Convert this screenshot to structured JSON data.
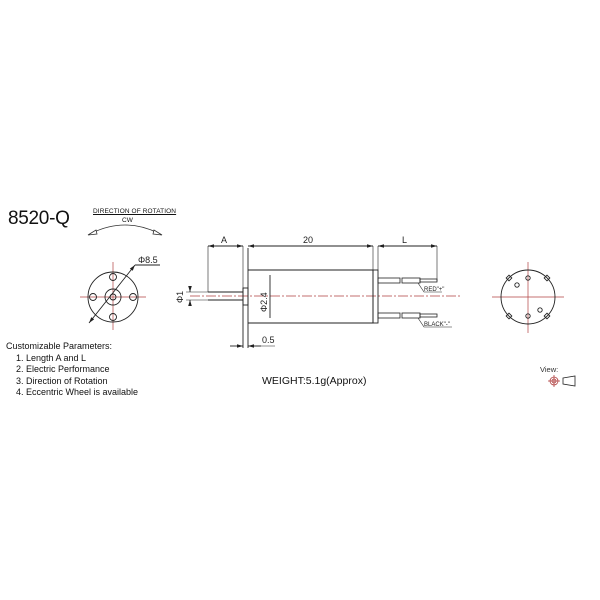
{
  "drawing": {
    "model": "8520-Q",
    "rotation": {
      "title": "DIRECTION OF ROTATION",
      "direction": "CW"
    },
    "front_view": {
      "diameter_label": "Φ8.5"
    },
    "side_view": {
      "shaft_diameter_label": "Φ1",
      "boss_diameter_label": "Φ2.4",
      "dim_A_label": "A",
      "body_length_label": "20",
      "dim_L_label": "L",
      "flange_thickness_label": "0.5",
      "wire_red_label": "RED\"+\"",
      "wire_black_label": "BLACK\"-\""
    },
    "parameters": {
      "title": "Customizable Parameters:",
      "items": [
        "1. Length A and L",
        "2. Electric Performance",
        "3. Direction of  Rotation",
        "4. Eccentric Wheel is available"
      ]
    },
    "weight": "WEIGHT:5.1g(Approx)",
    "view_label": "View:",
    "colors": {
      "line": "#222222",
      "centerline": "#b04040"
    }
  }
}
